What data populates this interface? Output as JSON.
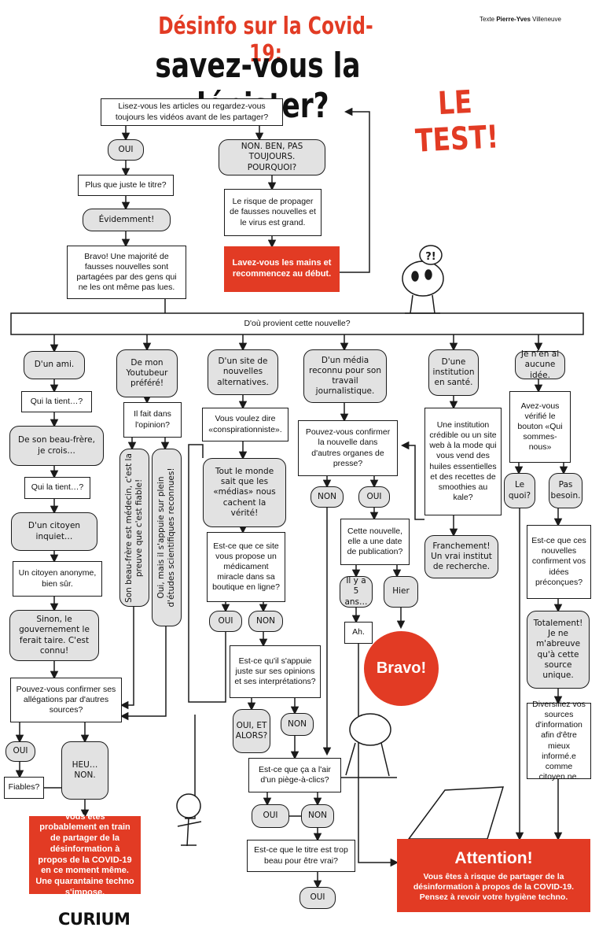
{
  "header": {
    "title_top": "Désinfo sur la Covid-19:",
    "title_main": "savez-vous la dépister?",
    "title_test": "LE TEST!",
    "credit_prefix": "Texte ",
    "credit_author": "Pierre-Yves",
    "credit_suffix": " Villeneuve"
  },
  "logo": "CURIUM",
  "colors": {
    "accent_red": "#e23b24",
    "pill_gray": "#e2e2e2",
    "ink": "#1a1a1a"
  },
  "top": {
    "q1": "Lisez-vous les articles ou regardez-vous toujours les vidéos avant de les partager?",
    "oui": "OUI",
    "plus_titre": "Plus que juste le titre?",
    "evidemment": "Évidemment!",
    "bravo_text": "Bravo! Une majorité de fausses nouvelles sont partagées par des gens qui ne les ont même pas lues.",
    "non_pas": "NON. BEN, PAS TOUJOURS. POURQUOI?",
    "risque": "Le risque de propager de fausses nouvelles et le virus est grand.",
    "lavez": "Lavez-vous les mains et recommencez au début."
  },
  "source_question": "D'où provient cette nouvelle?",
  "col1": {
    "ami": "D'un ami.",
    "qui1": "Qui la tient…?",
    "beaufrere": "De son beau-frère, je crois…",
    "qui2": "Qui la tient…?",
    "citoyen": "D'un citoyen inquiet…",
    "anonyme": "Un citoyen anonyme, bien sûr.",
    "sinon": "Sinon, le gouvernement le ferait taire. C'est connu!",
    "confirmer": "Pouvez-vous confirmer ses allégations par d'autres sources?",
    "oui": "OUI",
    "fiables": "Fiables?",
    "heu": "HEU… NON.",
    "red": "Vous êtes probablement en train de partager de la désinformation à propos de la COVID-19 en ce moment même. Une quarantaine techno s'impose."
  },
  "col2": {
    "youtubeur": "De mon Youtubeur préféré!",
    "opinion": "Il fait dans l'opinion?",
    "medecin": "Son beau-frère est médecin, c'est la preuve que c'est fiable!",
    "etudes": "Oui, mais il s'appuie sur plein d'études scientifiques reconnues!"
  },
  "col3": {
    "alternatives": "D'un site de nouvelles alternatives.",
    "conspi": "Vous voulez dire «conspirationniste».",
    "medias": "Tout le monde sait que les «médias» nous cachent la vérité!",
    "medicament": "Est-ce que ce site vous propose un médicament miracle dans sa boutique en ligne?",
    "oui": "OUI",
    "non": "NON",
    "appuie": "Est-ce qu'il s'appuie juste sur ses opinions et ses interprétations?",
    "oui_alors": "OUI, ET ALORS?",
    "non2": "NON"
  },
  "col4": {
    "media": "D'un média reconnu pour son travail journalistique.",
    "confirmer": "Pouvez-vous confirmer la nouvelle dans d'autres organes de presse?",
    "non": "NON",
    "oui": "OUI",
    "date": "Cette nouvelle, elle a une date de publication?",
    "ilya": "Il y a 5 ans…",
    "hier": "Hier",
    "ah": "Ah.",
    "bravo": "Bravo!",
    "piege": "Est-ce que ça a l'air d'un piège-à-clics?",
    "oui2": "OUI",
    "non2": "NON",
    "titre": "Est-ce que le titre est trop beau pour être vrai?",
    "oui3": "OUI"
  },
  "col5": {
    "institution": "D'une institution en santé.",
    "huiles": "Une institution crédible ou un site web à la mode qui vous vend des huiles essentielles et des recettes de smoothies au kale?",
    "franchement": "Franchement! Un vrai institut de recherche."
  },
  "col6": {
    "aucune": "Je n'en ai aucune idée.",
    "qui_sommes": "Avez-vous vérifié le bouton «Qui sommes-nous»",
    "le_quoi": "Le quoi?",
    "pas_besoin": "Pas besoin.",
    "preconcues": "Est-ce que ces nouvelles confirment vos idées préconçues?",
    "totalement": "Totalement! Je ne m'abreuve qu'à cette source unique.",
    "diversifiez": "Diversifiez vos sources d'information afin d'être mieux informé.e comme citoyen.ne."
  },
  "attention": {
    "title": "Attention!",
    "body": "Vous êtes à risque de partager de la désinformation à propos de la COVID-19. Pensez à revoir votre hygiène techno."
  }
}
